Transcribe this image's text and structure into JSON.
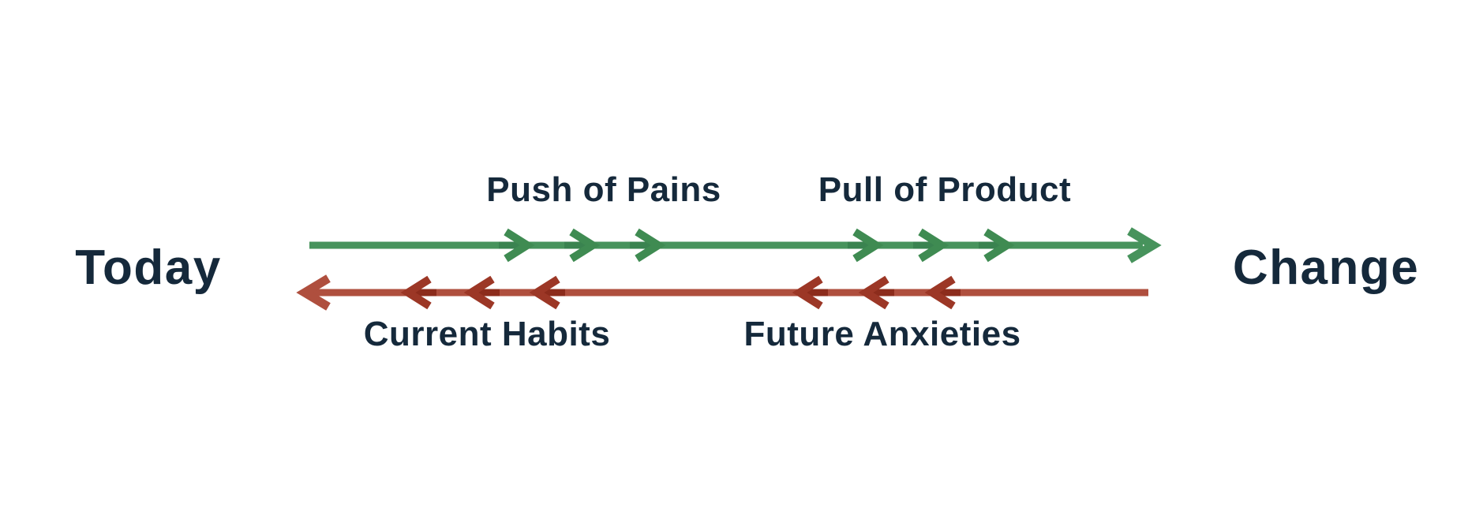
{
  "endpoints": {
    "left": "Today",
    "right": "Change"
  },
  "toward_change": {
    "direction": "right",
    "labels": [
      "Push of Pains",
      "Pull of Product"
    ]
  },
  "toward_today": {
    "direction": "left",
    "labels": [
      "Current Habits",
      "Future Anxieties"
    ]
  },
  "colors": {
    "toward_change_line": "#47935C",
    "toward_change_chevron": "#3F8B52",
    "toward_change_tail": "#3A8350",
    "toward_today_line": "#AF4F3E",
    "toward_today_chevron": "#9C3726",
    "toward_today_tail": "#8C2C1C",
    "text": "#15293B",
    "background": "#FFFFFF"
  }
}
